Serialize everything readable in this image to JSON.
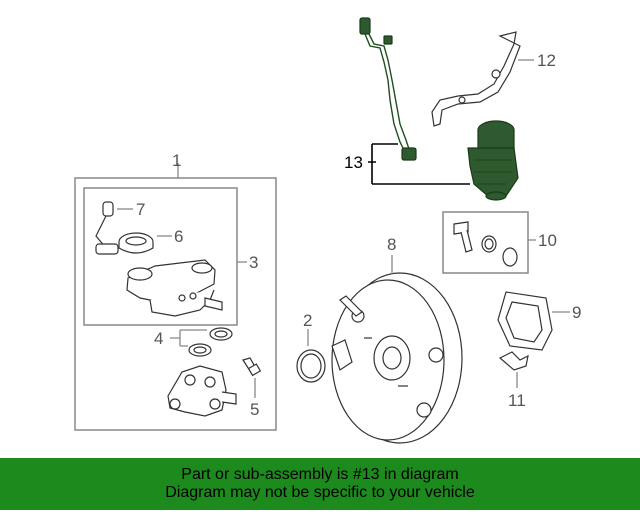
{
  "callouts": {
    "c1": "1",
    "c2": "2",
    "c3": "3",
    "c4": "4",
    "c5": "5",
    "c6": "6",
    "c7": "7",
    "c8": "8",
    "c9": "9",
    "c10": "10",
    "c11": "11",
    "c12": "12",
    "c13": "13"
  },
  "banner": {
    "line1": "Part or sub-assembly is #13 in diagram",
    "line2": "Diagram may not be specific to your vehicle"
  },
  "colors": {
    "banner": "#1d8a1d",
    "highlight_part": "#2f5a2f"
  }
}
